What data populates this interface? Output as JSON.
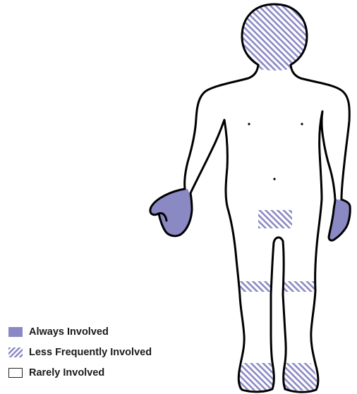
{
  "diagram": {
    "subject": "human body outline, front view",
    "colors": {
      "involved": "#8a89c4",
      "outline": "#000000",
      "background": "#ffffff"
    },
    "regions": [
      {
        "region": "head",
        "pattern": "hatched"
      },
      {
        "region": "neck",
        "pattern": "hatched"
      },
      {
        "region": "hands",
        "pattern": "solid"
      },
      {
        "region": "groin",
        "pattern": "hatched"
      },
      {
        "region": "knees",
        "pattern": "hatched"
      },
      {
        "region": "feet",
        "pattern": "hatched"
      }
    ]
  },
  "legend": {
    "items": [
      {
        "label": "Always Involved",
        "pattern": "solid"
      },
      {
        "label": "Less Frequently Involved",
        "pattern": "hatched"
      },
      {
        "label": "Rarely Involved",
        "pattern": "none"
      }
    ]
  }
}
